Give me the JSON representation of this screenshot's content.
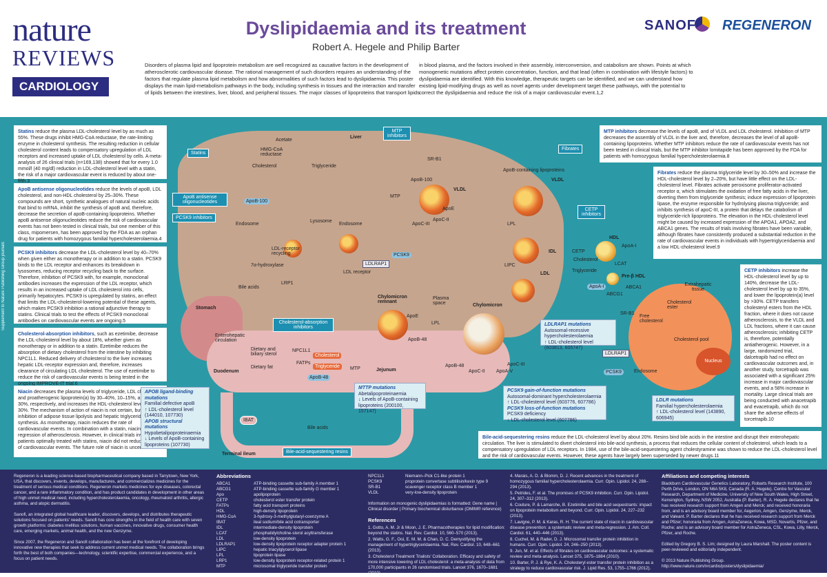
{
  "header": {
    "logo_nature": "nature",
    "logo_reviews": "REVIEWS",
    "logo_section": "CARDIOLOGY",
    "title": "Dyslipidaemia and its treatment",
    "authors": "Robert A. Hegele and Philip Barter",
    "sponsor1": "SANOFI",
    "sponsor2": "REGENERON",
    "intro_left": "Disorders of plasma lipid and lipoprotein metabolism are well recognized as causative factors in the development of atherosclerotic cardiovascular disease. The rational management of such disorders requires an understanding of the factors that regulate plasma lipid metabolism and how abnormalities of such factors lead to dyslipidaemia. This poster displays the main lipid-metabolism pathways in the body, including synthesis in tissues and the interaction and transfer of lipids between the intestines, liver, blood, and peripheral tissues. The major classes of lipoproteins that transport lipids",
    "intro_right": "in blood plasma, and the factors involved in their assembly, interconversion, and catabolism are shown. Points at which monogenetic mutations affect protein concentration, function, and that lead (often in combination with lifestyle factors) to dyslipidaemia are identified. With this knowledge, therapeutic targets can be identified, and we can understand how existing lipid-modifying drugs as well as novel agents under development target these pathways, with the potential to correct the dyslipidaemia and reduce the risk of a major cardiovascular event.1,2"
  },
  "side_text": "Supplement to Nature Publishing Group journals",
  "left_boxes": [
    {
      "key": "Statins",
      "text": " reduce the plasma LDL-cholesterol level by as much as 55%. These drugs inhibit HMG-CoA reductase, the rate-limiting enzyme in cholesterol synthesis. The resulting reduction in cellular cholesterol content leads to compensatory upregulation of LDL receptors and increased uptake of LDL cholesterol by cells. A meta-analysis of 26 clinical trials (n=169,138) showed that for every 1.0 mmol/l (40 mg/dl) reduction in LDL-cholesterol level with a statin, the risk of a major cardiovascular event is reduced by about one-fifth.3"
    },
    {
      "key": "ApoB antisense oligonucleotides",
      "text": " reduce the levels of apoB, LDL cholesterol, and non-HDL cholesterol by 25–30%. These compounds are short, synthetic analogues of natural nucleic acids that bind to mRNA, inhibit the synthesis of apoB and, therefore, decrease the secretion of apoB-containing lipoproteins. Whether apoB antisense oligonucleotides reduce the risk of cardiovascular events has not been tested in clinical trials, but one member of this class, mipomersen, has been approved by the FDA as an orphan drug for patients with homozygous familial hypercholesterolaemia.4"
    },
    {
      "key": "PCSK9 inhibitors",
      "text": " decrease the LDL-cholesterol level by 40–70% when given either as monotherapy or in addition to a statin. PCSK9 binds to the LDL receptor and enhances its breakdown in lysosomes, reducing receptor recycling back to the surface. Therefore, inhibition of PCSK9 with, for example, monoclonal antibodies increases the expression of the LDL receptor, which results in an increased uptake of LDL cholesterol into cells, primarily hepatocytes. PCSK9 is upregulated by statins, an effect that limits the LDL-cholesterol-lowering potential of these agents, which makes PCSK9 inhibition a rational adjunctive therapy to statins. Clinical trials to test the effects of PCSK9 monoclonal antibodies on cardiovascular events are ongoing.5"
    },
    {
      "key": "Cholesterol-absorption inhibitors",
      "text": ", such as ezetimibe, decrease the LDL-cholesterol level by about 18%, whether given as monotherapy or in addition to a statin. Ezetimibe reduces the absorption of dietary cholesterol from the intestine by inhibiting NPC1L1. Reduced delivery of cholesterol to the liver increases hepatic LDL-receptor expression and, therefore, increases clearance of circulating LDL cholesterol. The use of ezetimibe to reduce the risk of cardiovascular events is being tested in the ongoing IMPROVE-IT trial.6"
    },
    {
      "key": "Niacin",
      "text": " decreases the plasma levels of triglyceride, LDL cholesterol, and proatherogenic lipoprotein(a) by 30–40%, 10–15%, and up to 30%, respectively, and increases the HDL-cholesterol level by 15–30%. The mechanism of action of niacin is not certain, but involves inhibition of adipose tissue lipolysis and hepatic triglyceride synthesis. As monotherapy, niacin reduces the rate of cardiovascular events. In combination with a statin, niacin prevents regression of atherosclerosis. However, in clinical trials involving patients optimally treated with statins, niacin did not reduce the rate of cardiovascular events. The future role of niacin is uncertain.7"
    }
  ],
  "right_boxes": [
    {
      "key": "MTP inhibitors",
      "text": " decrease the levels of apoB, and of VLDL and LDL cholesterol. Inhibition of MTP decreases the assembly of VLDL in the liver and, therefore, decreases the level of all apoB-containing lipoproteins. Whether MTP inhibitors reduce the rate of cardiovascular events has not been tested in clinical trials, but the MTP inhibitor lomitapide has been approved by the FDA for patients with homozygous familial hypercholesterolaemia.8"
    },
    {
      "key": "Fibrates",
      "text": " reduce the plasma triglyceride level by 30–50% and increase the HDL-cholesterol level by 2–20%, but have little effect on the LDL-cholesterol level. Fibrates activate peroxisome proliferator-activated receptor α, which stimulates the oxidation of free fatty acids in the liver, diverting them from triglyceride synthesis; induce expression of lipoprotein lipase, the enzyme responsible for hydrolysing plasma triglyceride; and inhibits synthesis of apoC-III, a protein that delays the catabolism of triglyceride-rich lipoproteins. The elevation in the HDL-cholesterol level might be caused by increased expression of the APOA1, APOA2, and ABCA1 genes. The results of trials involving fibrates have been variable, although fibrates have consistently produced a substantial reduction in the rate of cardiovascular events in individuals with hypertriglyceridaemia and a low HDL-cholesterol level.9"
    },
    {
      "key": "CETP inhibitors",
      "text": " increase the HDL-cholesterol level by up to 140%, decrease the LDL-cholesterol level by up to 35%, and lower the lipoprotein(a) level by >30%. CETP transfers cholesteryl esters from the HDL fraction, where it does not cause atherosclerosis, to the VLDL and LDL fractions, where it can cause atherosclerosis; inhibiting CETP is, therefore, potentially antiatherogenic. However, in a large, randomized trial, dalcetrapib had no effect on cardiovascular outcomes and, in another study, torcetrapib was associated with a significant 25% increase in major cardiovascular events, and a 58% increase in mortality. Large clinical trials are being conducted with anacetrapib and evacetrapib, which do not share the adverse effects of torcetrapib.10"
    },
    {
      "key": "Bile-acid-sequestering resins",
      "text": " reduce the LDL-cholesterol level by about 20%. Resins bind bile acids in the intestine and disrupt their enterohepatic circulation. The liver is stimulated to divert cholesterol into bile-acid synthesis, a process that reduces the cellular content of cholesterol, which leads to a compensatory upregulation of LDL receptors. In 1984, use of the bile-acid-sequestering agent cholestyramine was shown to reduce the LDL-cholesterol level and the risk of cardiovascular events. However, these agents have largely been superseded by newer drugs.11"
    }
  ],
  "drug_tags": {
    "statins": "Statins",
    "apob": "ApoB antisense oligonucleotides",
    "pcsk9": "PCSK9 inhibitors",
    "mtp": "MTP inhibitors",
    "fibrates": "Fibrates",
    "cetp": "CETP inhibitors",
    "chol_abs": "Cholesterol-absorption inhibitors",
    "bile": "Bile-acid-sequestering resins"
  },
  "diagram_labels": {
    "liver": "Liver",
    "acetate": "Acetate",
    "hmgcoa": "HMG-CoA reductase",
    "cholesterol": "Cholesterol",
    "triglyceride": "Triglyceride",
    "srb1": "SR-B1",
    "mtp": "MTP",
    "apob100": "ApoB-100",
    "vldl": "VLDL",
    "apoe": "ApoE",
    "apocii": "ApoC-II",
    "apociii": "ApoC-III",
    "apob_lipo": "ApoB-containing lipoproteins",
    "idl": "IDL",
    "ldl": "LDL",
    "lpl": "LPL",
    "lipc": "LIPC",
    "endosome": "Endosome",
    "lysosome": "Lysosome",
    "ldlr_recycling": "LDL-receptor recycling",
    "pcsk9": "PCSK9",
    "ldlrap1": "LDLRAP1",
    "ldl_receptor": "LDL receptor",
    "hydroxylase": "7α-hydroxylase",
    "bile_acids": "Bile acids",
    "lrp1": "LRP1",
    "stomach": "Stomach",
    "entero": "Enterohepatic circulation",
    "duodenum": "Duodenum",
    "dietary_biliary": "Dietary and biliary sterol",
    "dietary_fat": "Dietary fat",
    "npc1l1": "NPC1L1",
    "fatps": "FATPs",
    "jejunum": "Jejunum",
    "chylomicron": "Chylomicron",
    "chylo_remnant": "Chylomicron remnant",
    "plasma_space": "Plasma space",
    "apob48": "ApoB-48",
    "apoav": "ApoA-V",
    "ibat": "IBAT",
    "terminal_ileum": "Terminal ileum",
    "cetp": "CETP",
    "hdl": "HDL",
    "apoai": "ApoA-I",
    "lcat": "LCAT",
    "prebeta": "Pre-β HDL",
    "abca1": "ABCA1",
    "abcg1": "ABCG1",
    "extrahepatic": "Extrahepatic tissue",
    "chol_ester": "Cholesterol ester",
    "free_chol": "Free cholesterol",
    "chol_pool": "Cholesterol pool",
    "nucleus": "Nucleus"
  },
  "mutations": [
    {
      "head": "APOB ligand-binding mutations",
      "lines": [
        "Familial defective apoB",
        "↑ LDL-cholesterol level (144010, 107730)"
      ],
      "head2": "APOB structural mutations",
      "lines2": [
        "Hypobetalipoproteinaemia",
        "↓ Levels of ApoB-containing lipoproteins (107730)"
      ]
    },
    {
      "head": "MTTP mutations",
      "lines": [
        "Abetalipoproteinaemia",
        "↓ Levels of ApoB-containing lipoproteins (200100, 157147)"
      ]
    },
    {
      "head": "LDLRAP1 mutations",
      "lines": [
        "Autosomal-recessive hypercholesterolaemia",
        "↑ LDL-cholesterol level (603813, 605747)"
      ]
    },
    {
      "head": "PCSK9 gain-of-function mutations",
      "lines": [
        "Autosomal-dominant hypercholesterolaemia",
        "↑ LDL-cholesterol level (603776, 607786)"
      ],
      "head2": "PCSK9 loss-of-function mutations",
      "lines2": [
        "PCSK9 deficiency",
        "↓ LDL-cholesterol level (607786)"
      ]
    },
    {
      "head": "LDLR mutations",
      "lines": [
        "Familial hypercholesterolaemia",
        "↑ LDL-cholesterol level (143890, 606945)"
      ]
    }
  ],
  "footer": {
    "regeneron": "Regeneron is a leading science-based biopharmaceutical company based in Tarrytown, New York, USA, that discovers, invents, develops, manufactures, and commercializes medicines for the treatment of serious medical conditions. Regeneron markets medicines for eye diseases, colorectal cancer, and a rare inflammatory condition, and has product candidates in development in other areas of high unmet medical need, including hypercholesterolaemia, oncology, rheumatoid arthritis, allergic asthma, and atopic dermatitis.",
    "sanofi": "Sanofi, an integrated global healthcare leader, discovers, develops, and distributes therapeutic solutions focused on patients' needs. Sanofi has core strengths in the field of health care with seven growth platforms: diabetes mellitus solutions, human vaccines, innovative drugs, consumer health care, emerging markets, animal health, and the new Genzyme.",
    "collab": "Since 2007, the Regeneron and Sanofi collaboration has been at the forefront of developing innovative new therapies that seek to address current unmet medical needs. The collaboration brings forth the best of both companies—technology, scientific expertise, commercial experience, and a focus on patient needs.",
    "abbr_title": "Abbreviations",
    "abbr": [
      [
        "ABCA1",
        "ATP-binding cassette sub-family A member 1"
      ],
      [
        "ABCG1",
        "ATP-binding cassette sub-family G member 1"
      ],
      [
        "Apo",
        "apolipoprotein"
      ],
      [
        "CETP",
        "cholesterol ester transfer protein"
      ],
      [
        "FATPs",
        "fatty acid transport proteins"
      ],
      [
        "HDL",
        "high-density lipoprotein"
      ],
      [
        "HMG-CoA",
        "3-hydroxy-3-methylglutaryl-coenzyme A"
      ],
      [
        "IBAT",
        "ileal sodium/bile acid cotransporter"
      ],
      [
        "IDL",
        "intermediate-density lipoprotein"
      ],
      [
        "LCAT",
        "phosphatidylcholine-sterol acyltransferase"
      ],
      [
        "LDL",
        "low-density lipoprotein"
      ],
      [
        "LDLRAP1",
        "low-density lipoprotein receptor adapter protein 1"
      ],
      [
        "LIPC",
        "hepatic triacylglycerol lipase"
      ],
      [
        "LPL",
        "lipoprotein lipase"
      ],
      [
        "LRP1",
        "low-density lipoprotein receptor-related protein 1"
      ],
      [
        "MTP",
        "microsomal triglyceride transfer protein"
      ]
    ],
    "abbr2": [
      [
        "NPC1L1",
        "Niemann–Pick C1-like protein 1"
      ],
      [
        "PCSK9",
        "proprotein convertase subtilisin/kexin type 9"
      ],
      [
        "SR-B1",
        "scavenger receptor class B member 1"
      ],
      [
        "VLDL",
        "very-low-density lipoprotein"
      ]
    ],
    "monogenic": "Information on monogenic dyslipidaemias is formatted: Gene name | Clinical disorder | Primary biochemical disturbance (OMIM® reference)",
    "refs_title": "References",
    "refs_a": [
      "1. Gotto, A. M. Jr & Moon, J. E. Pharmacotherapies for lipid modification: beyond the statins. Nat. Rev. Cardiol. 10, 560–570 (2013).",
      "2. Watts, G. F., Ooi, E. M. M. & Chan, D. C. Demystifying the management of hypertriglyceridaemia. Nat. Rev. Cardiol. 10, 648–661 (2013).",
      "3. Cholesterol Treatment Trialists' Collaboration. Efficacy and safety of more intensive lowering of LDL cholesterol: a meta-analysis of data from 170,000 participants in 26 randomised trials. Lancet 376, 1670–1681 (2010)."
    ],
    "refs_b": [
      "4. Marais, A. D. & Blomm, D. J. Recent advances in the treatment of homozygous familial hypercholesterolaemia. Curr. Opin. Lipidol. 24, 288–294 (2013).",
      "5. Petrides, F. et al. The promises of PCSK9 inhibition. Curr. Opin. Lipidol. 24, 307–312 (2013).",
      "6. Couture, P. & Lamarche, B. Ezetimibe and bile acid sequestrants: impact on lipoprotein metabolism and beyond. Curr. Opin. Lipidol. 24, 227–232 (2013).",
      "7. Lavigne, P. M. & Karas, R. H. The current state of niacin in cardiovascular disease prevention: a systematic review and meta-regression. J. Am. Coll. Cardiol. 61, 440–446 (2013).",
      "8. Cuchel, M. & Rader, D. J. Microsomal transfer protein inhibition in humans. Curr. Opin. Lipidol. 24, 246–250 (2013).",
      "9. Jun, M. et al. Effects of fibrates on cardiovascular outcomes: a systematic review and meta-analysis. Lancet 375, 1875–1884 (2010).",
      "10. Barter, P. J. & Rye, K. A. Cholesteryl ester transfer protein inhibition as a strategy to reduce cardiovascular risk. J. Lipid Res. 53, 1755–1766 (2012)."
    ],
    "aff_title": "Affiliations and competing interests",
    "aff": "Blackburn Cardiovascular Genetics Laboratory, Robarts Research Institute, 100 Perth Drive, London, ON N6A 5K8, Canada (R. A. Hegele). Centre for Vascular Research, Department of Medicine, University of New South Wales, High Street, Kensington, Sydney, NSW 2052, Australia (P. Barter). R. A. Hegele declares that he has received research support from Amgen and Merck; and received honoraria from, and is an advisory board member for, Aegerion, Amgen, Genzyme, Merck, and Valeant. P. Barter declares that he has received research support from Merck and Pfizer; honoraria from Amgen, AstraZeneca, Kowa, MSD, Novartis, Pfizer, and Roche; and is an advisory board member for AstraZeneca, CSL, Kowa, Lilly, Merck, Pfizer, and Roche.",
    "edited": "Edited by Gregory B. S. Lim; designed by Laura Marshall. The poster content is peer-reviewed and editorially independent.",
    "copyright": "© 2013 Nature Publishing Group.",
    "url": "http://www.nature.com/nrcardio/posters/dyslipidaemia/"
  }
}
